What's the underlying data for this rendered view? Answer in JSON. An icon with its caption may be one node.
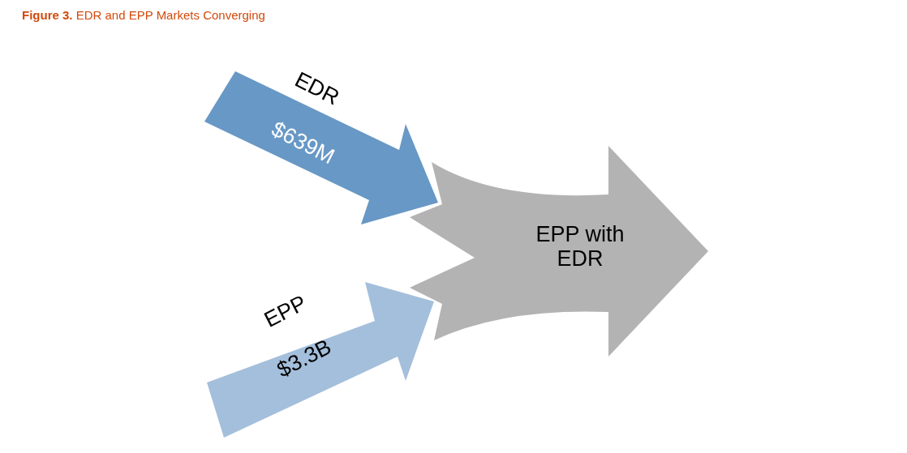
{
  "diagram": {
    "title": "**Figure 3.** EDR and EPP Markets Converging",
    "nodes": [
      {
        "text": [
          "$639M"
        ],
        "beside": [
          "EDR"
        ]
      },
      {
        "text": [
          "$3.3B"
        ],
        "beside": [
          "EPP"
        ]
      },
      {
        "text": [
          "EPP with EDR"
        ]
      }
    ]
  }
}
